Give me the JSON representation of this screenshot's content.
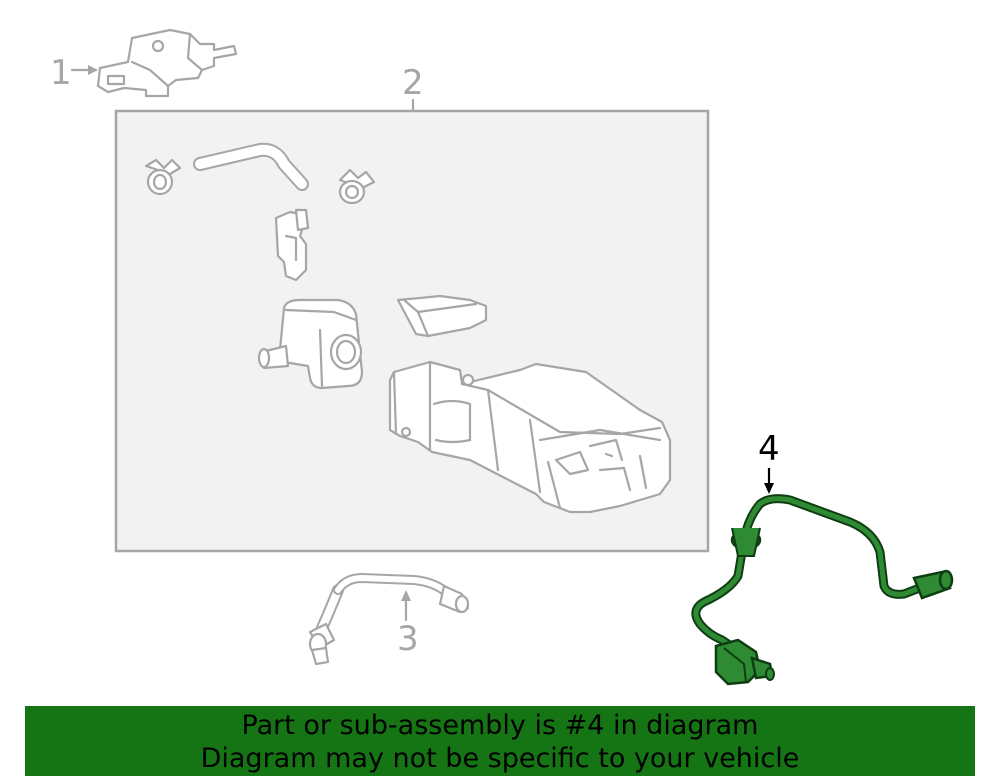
{
  "diagram": {
    "callouts": {
      "part1": "1",
      "part2": "2",
      "part3": "3",
      "part4": "4"
    },
    "highlighted_part": "4",
    "colors": {
      "line_gray": "#a6a6a6",
      "highlight_green": "#2e8a33",
      "banner_green": "#157515"
    }
  },
  "banner": {
    "line1": "Part or sub-assembly is #4 in diagram",
    "line2": "Diagram may not be specific to your vehicle"
  }
}
